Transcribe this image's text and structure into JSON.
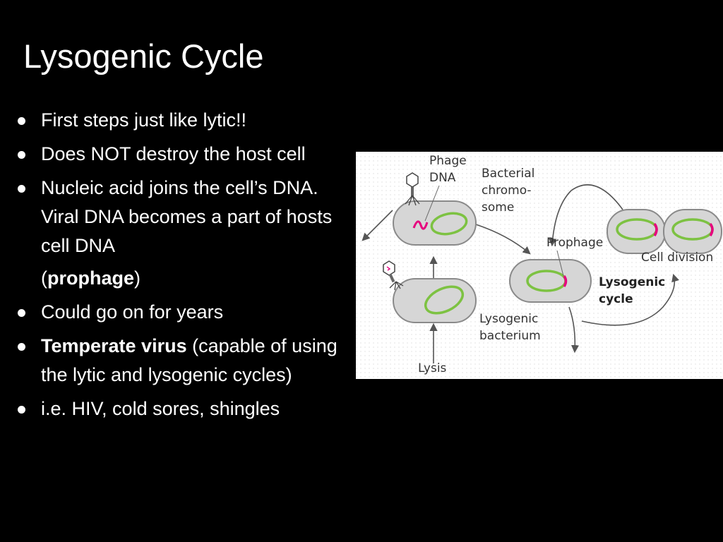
{
  "slide": {
    "title": "Lysogenic Cycle",
    "bullets": [
      {
        "text": "First steps just like lytic!!"
      },
      {
        "text": "Does NOT destroy the host cell"
      },
      {
        "text": "Nucleic acid joins the cell’s DNA. Viral DNA becomes a part of hosts cell DNA"
      },
      {
        "pre": "(",
        "bold": "prophage",
        "post": ")"
      },
      {
        "text": "Could go on for years"
      },
      {
        "bold": "Temperate virus",
        "post": " (capable of using the lytic and lysogenic cycles)"
      },
      {
        "text": "i.e. HIV, cold sores, shingles"
      }
    ]
  },
  "figure": {
    "labels": {
      "phage_dna": [
        "Phage",
        "DNA"
      ],
      "bacterial_chromosome": [
        "Bacterial",
        "chromo-",
        "some"
      ],
      "prophage": "Prophage",
      "cell_division": "Cell division",
      "lysogenic_cycle": [
        "Lysogenic",
        "cycle"
      ],
      "lysogenic_bacterium": [
        "Lysogenic",
        "bacterium"
      ],
      "lysis": "Lysis"
    },
    "colors": {
      "background": "#ffffff",
      "cell_fill": "#d6d6d6",
      "cell_stroke": "#8a8a8a",
      "chromosome": "#7dc242",
      "prophage": "#e6007e",
      "arrow": "#555555"
    }
  }
}
